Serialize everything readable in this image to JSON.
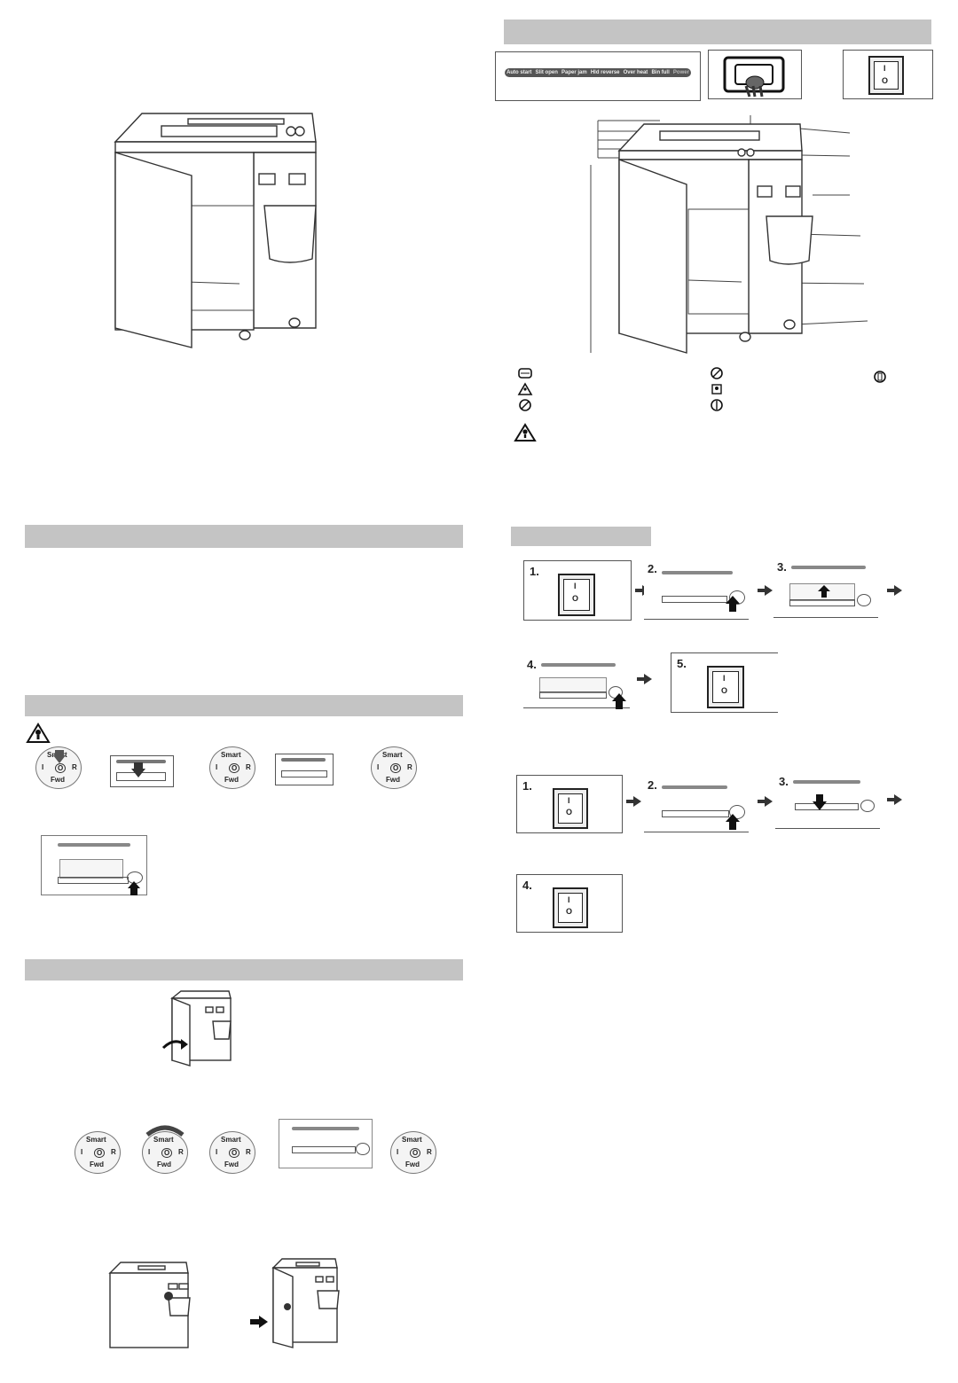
{
  "control_panel": {
    "labels": [
      "Auto start",
      "Slit open",
      "Paper jam",
      "Hld reverse",
      "Over heat",
      "Bin full",
      "Power"
    ]
  },
  "dial": {
    "top": "Smart",
    "left": "I",
    "center": "O",
    "right": "R",
    "bottom": "Fwd"
  },
  "steps_a": [
    "1.",
    "2.",
    "3.",
    "4.",
    "5."
  ],
  "steps_b": [
    "1.",
    "2.",
    "3.",
    "4."
  ],
  "switch": {
    "on": "I",
    "off": "O"
  },
  "colors": {
    "section_bar": "#c4c4c4",
    "panel_strip": "#555555"
  }
}
